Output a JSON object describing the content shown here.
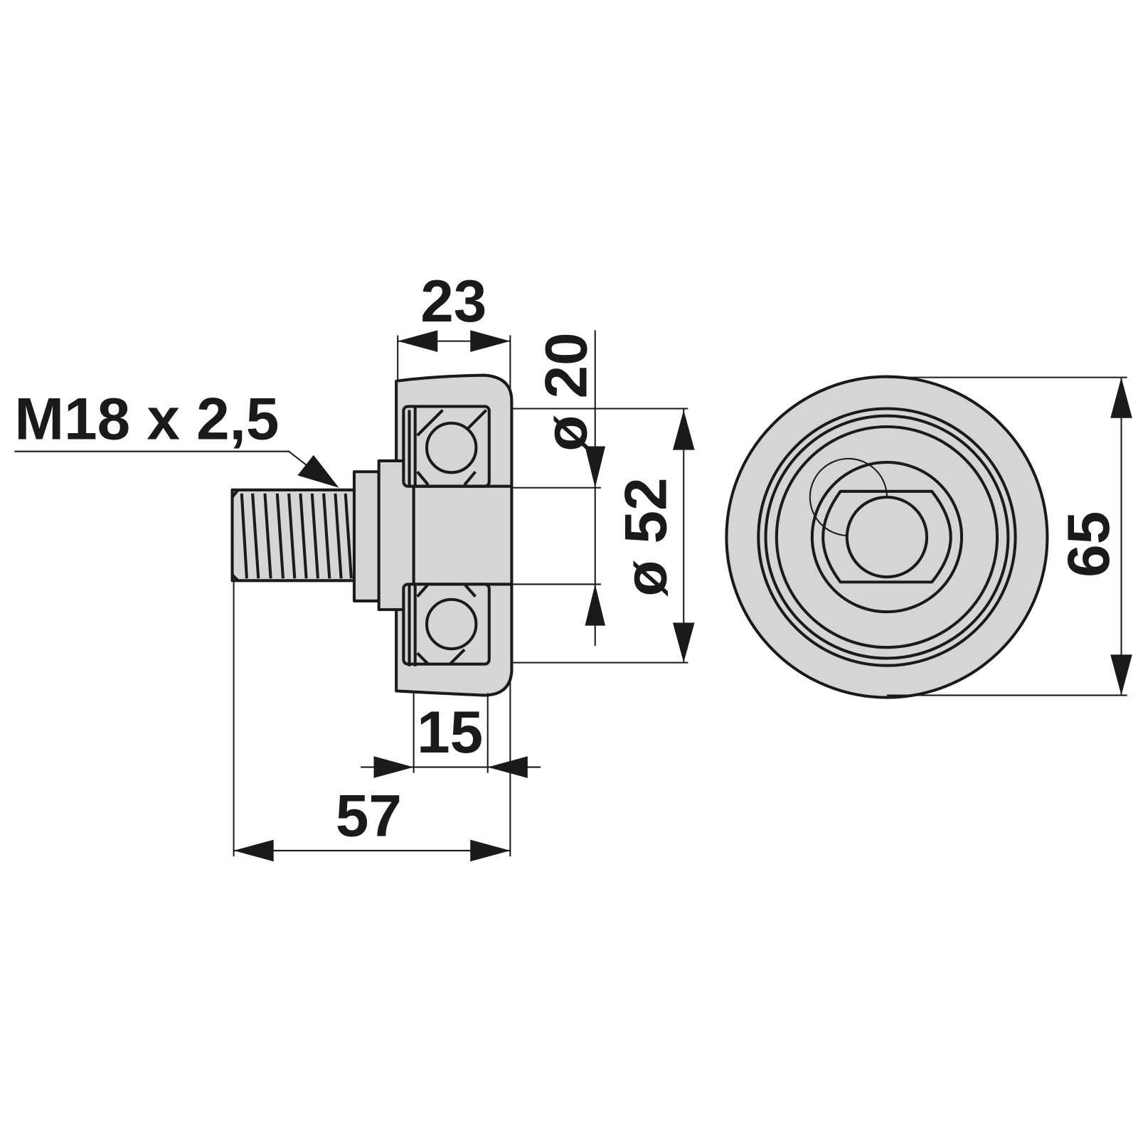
{
  "drawing": {
    "thread_label": "M18 x 2,5",
    "dimensions": {
      "width_total": "23",
      "inner_diameter": "ø 20",
      "bearing_diameter": "ø 52",
      "outer_diameter": "65",
      "bearing_width": "15",
      "overall_length": "57"
    },
    "colors": {
      "fill": "#d4d5d7",
      "line": "#1a1a1a"
    }
  }
}
